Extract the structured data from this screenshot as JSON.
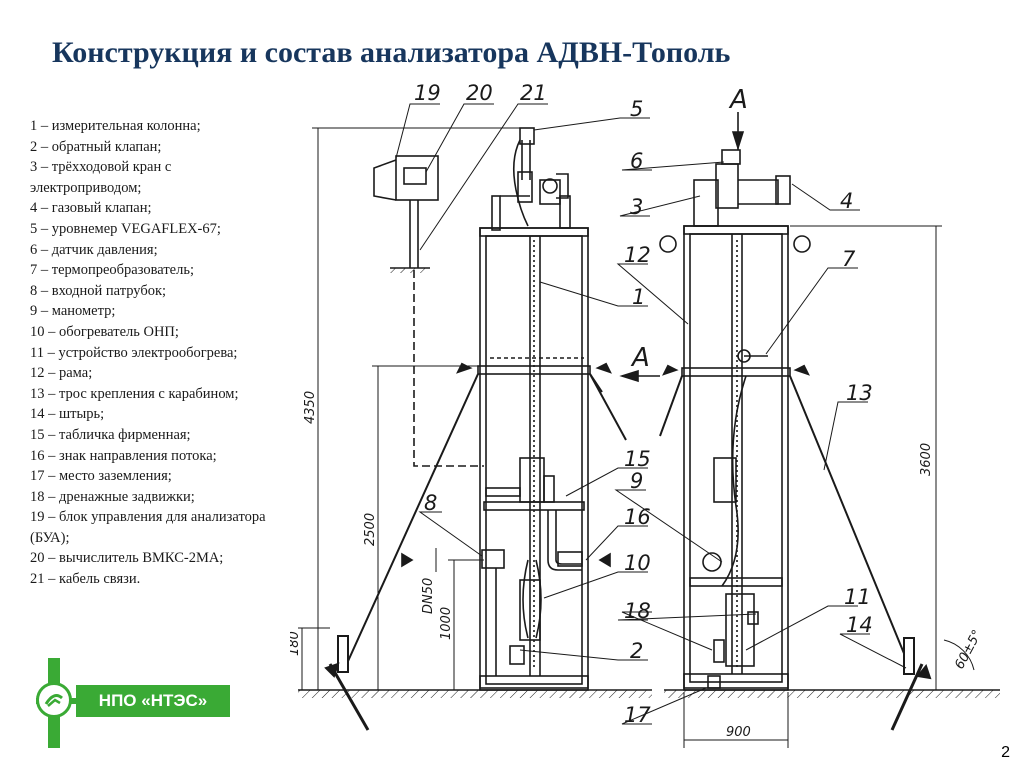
{
  "title": "Конструкция и состав анализатора АДВН-Тополь",
  "legend": [
    "1 – измерительная колонна;",
    "2 – обратный клапан;",
    "3 – трёхходовой кран с электроприводом;",
    "4 – газовый клапан;",
    "5 – уровнемер VEGAFLEX-67;",
    "6 – датчик давления;",
    "7 – термопреобразователь;",
    "8 – входной патрубок;",
    "9 – манометр;",
    "10 – обогреватель ОНП;",
    "11 – устройство электрообогрева;",
    "12 – рама;",
    "13 – трос  крепления с карабином;",
    "14 – штырь;",
    "15 – табличка фирменная;",
    "16 – знак направления потока;",
    "17 – место заземления;",
    "18 – дренажные задвижки;",
    "19 – блок управления для анализатора (БУА);",
    "20 – вычислитель ВМКС-2МА;",
    "21 – кабель связи."
  ],
  "logo": {
    "text": "НПО «НТЭС»"
  },
  "page_number": "2",
  "drawing": {
    "callouts": {
      "c1": "1",
      "c2": "2",
      "c3": "3",
      "c4": "4",
      "c5": "5",
      "c6": "6",
      "c7": "7",
      "c8": "8",
      "c9": "9",
      "c10": "10",
      "c11": "11",
      "c12": "12",
      "c13": "13",
      "c14": "14",
      "c15": "15",
      "c16": "16",
      "c17": "17",
      "c18": "18",
      "c19": "19",
      "c20": "20",
      "c21": "21"
    },
    "section_marks": {
      "top": "А",
      "side": "А"
    },
    "dimensions": {
      "d4350": "4350",
      "d2500": "2500",
      "d1000": "1000",
      "d180": "180",
      "dn50": "DN50",
      "d3600": "3600",
      "d900": "900",
      "angle": "60±5°"
    }
  },
  "colors": {
    "title": "#17365d",
    "logo_green": "#3aaa35",
    "line": "#1a1a1a"
  }
}
